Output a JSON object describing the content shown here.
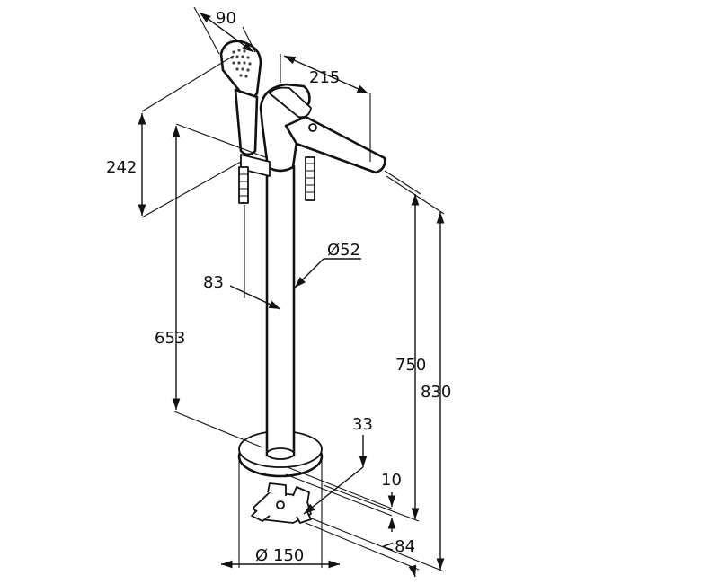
{
  "dimensions": {
    "d90": "90",
    "d215": "215",
    "d242": "242",
    "d52": "Ø52",
    "d83": "83",
    "d653": "653",
    "d750": "750",
    "d830": "830",
    "d33": "33",
    "d10": "10",
    "d84": "<84",
    "d150": "150",
    "diameter_symbol": "Ø"
  }
}
